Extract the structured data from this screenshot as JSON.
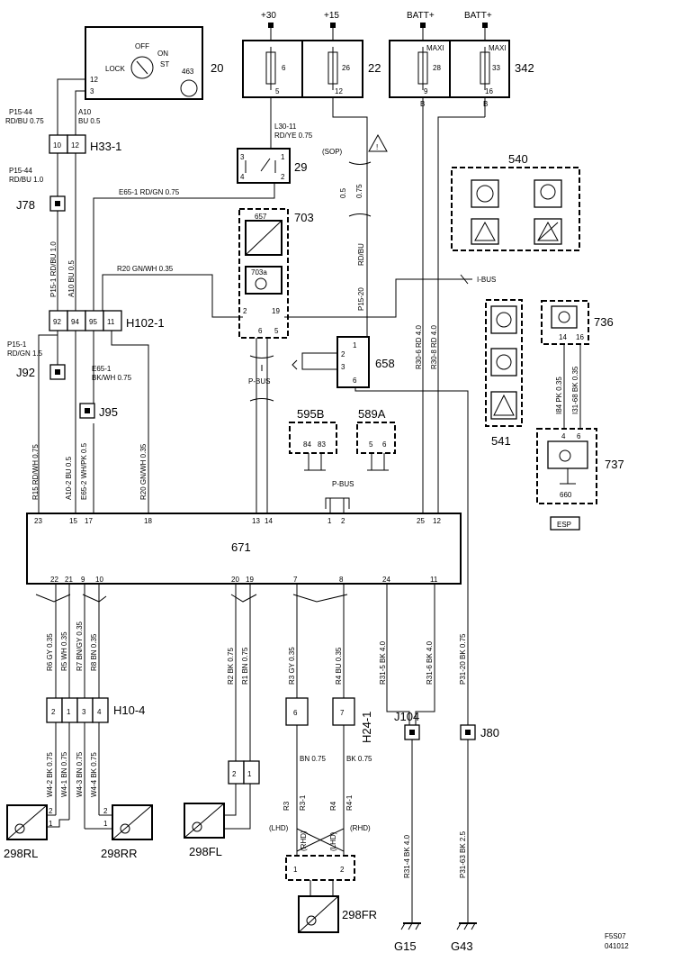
{
  "power": {
    "p30": "+30",
    "p15": "+15",
    "batt1": "BATT+",
    "batt2": "BATT+",
    "maxi1": "MAXI",
    "maxi2": "MAXI"
  },
  "components": {
    "ignition_switch": "20",
    "fuse_box": "22",
    "maxi_fuse_box": "342",
    "relay": "29",
    "module_703": "703",
    "sub_657": "657",
    "sub_703a": "703a",
    "module_540": "540",
    "module_541": "541",
    "module_736": "736",
    "module_737": "737",
    "sub_660": "660",
    "esp_label": "ESP",
    "module_658": "658",
    "conn_595b": "595B",
    "conn_589a": "589A",
    "ecu_671": "671",
    "h33": "H33-1",
    "h102": "H102-1",
    "h10": "H10-4",
    "h24": "H24-1",
    "j78": "J78",
    "j92": "J92",
    "j95": "J95",
    "j104": "J104",
    "j80": "J80",
    "s298rl": "298RL",
    "s298rr": "298RR",
    "s298fl": "298FL",
    "s298fr": "298FR",
    "g15": "G15",
    "g43": "G43"
  },
  "switch_labels": {
    "lock": "LOCK",
    "off": "OFF",
    "on": "ON",
    "st": "ST",
    "part463": "463"
  },
  "fuses": {
    "f6": "6",
    "f26": "26",
    "f28": "28",
    "f33": "33",
    "f6_pin": "5",
    "f26_pin": "12",
    "f28_pin": "9",
    "f33_pin": "16"
  },
  "buses": {
    "ibus": "I-BUS",
    "pbus1": "P-BUS",
    "pbus2": "P-BUS",
    "sop": "(SOP)"
  },
  "wires": {
    "p15_44_top": "P15-44",
    "rdbu075": "RD/BU  0.75",
    "a10": "A10",
    "bu05": "BU  0.5",
    "p15_44_mid": "P15-44",
    "rdbu10": "RD/BU  1.0",
    "l30_11": "L30-11",
    "rdye": "RD/YE  0.75",
    "e65_1": "E65-1  RD/GN  0.75",
    "r20": "R20  GN/WH  0.35",
    "p15_1v": "P15-1  RD/BU  1.0",
    "a10v": "A10  BU  0.5",
    "p15_1": "P15-1",
    "rdgn15": "RD/GN  1.5",
    "e65_1b": "E65-1",
    "bkwh": "BK/WH  0.75",
    "w05": "0.5",
    "w075": "0.75",
    "p15_20": "P15-20",
    "rdbu": "RD/BU",
    "r30_6": "R30-6  RD  4.0",
    "r30_8": "R30-8  RD  4.0",
    "r15": "R15  RD/WH  0.75",
    "a10_2": "A10-2  BU  0.5",
    "e65_2": "E65-2  WH/PK  0.5",
    "r20b": "R20  GN/WH  0.35",
    "i84": "I84  PK  0.35",
    "i31_68": "I31-68  BK  0.35",
    "r6": "R6  GY  0.35",
    "r5": "R5  WH  0.35",
    "r7": "R7  BN/GY  0.35",
    "r8": "R8  BN  0.35",
    "r2": "R2  BK  0.75",
    "r1": "R1  BN  0.75",
    "r3": "R3  GY  0.35",
    "r4": "R4  BU  0.35",
    "r31_5": "R31-5  BK  4.0",
    "r31_6": "R31-6  BK  4.0",
    "p31_20": "P31-20  BK  0.75",
    "w4_2": "W4-2  BK  0.75",
    "w4_1": "W4-1  BN  0.75",
    "w4_3": "W4-3  BN  0.75",
    "w4_4": "W4-4  BK  0.75",
    "bn075": "BN  0.75",
    "bk075": "BK  0.75",
    "r3_": "R3",
    "r3_1": "R3-1",
    "r4_": "R4",
    "r4_1": "R4-1",
    "lhd1": "(LHD)",
    "rhd1": "(RHD)",
    "lhd2": "(LHD)",
    "rhd2": "(RHD)",
    "r31_4": "R31-4  BK  4.0",
    "p31_63": "P31-63  BK  2.5"
  },
  "pins": {
    "sw12": "12",
    "sw3": "3",
    "h33_10": "10",
    "h33_12": "12",
    "rl3": "3",
    "rl1": "1",
    "rl4": "4",
    "rl2": "2",
    "m703_2": "2",
    "m703_19": "19",
    "m703_6": "6",
    "m703_5": "5",
    "h102_92": "92",
    "h102_94": "94",
    "h102_95": "95",
    "h102_11": "11",
    "m658_1": "1",
    "m658_2": "2",
    "m658_3": "3",
    "m658_6": "6",
    "c595_84": "84",
    "c595_83": "83",
    "c589_5": "5",
    "c589_6": "6",
    "m736_14": "14",
    "m736_16": "16",
    "m737_4": "4",
    "m737_6": "6",
    "ecu_23": "23",
    "ecu_15": "15",
    "ecu_17": "17",
    "ecu_18": "18",
    "ecu_13": "13",
    "ecu_14": "14",
    "ecu_1": "1",
    "ecu_2": "2",
    "ecu_25": "25",
    "ecu_12": "12",
    "ecu_22": "22",
    "ecu_21": "21",
    "ecu_9": "9",
    "ecu_10": "10",
    "ecu_20": "20",
    "ecu_19": "19",
    "ecu_7": "7",
    "ecu_8": "8",
    "ecu_24": "24",
    "ecu_11": "11",
    "h10_2": "2",
    "h10_1": "1",
    "h10_3": "3",
    "h10_4": "4",
    "h24_6": "6",
    "h24_7": "7",
    "rl_2": "2",
    "rl_1": "1",
    "rr_2": "2",
    "rr_1": "1",
    "fl_2": "2",
    "fl_1": "1",
    "fr_1": "1",
    "fr_2": "2",
    "b1": "B",
    "b2": "B"
  },
  "footer": {
    "code1": "F5S07",
    "code2": "041012"
  }
}
